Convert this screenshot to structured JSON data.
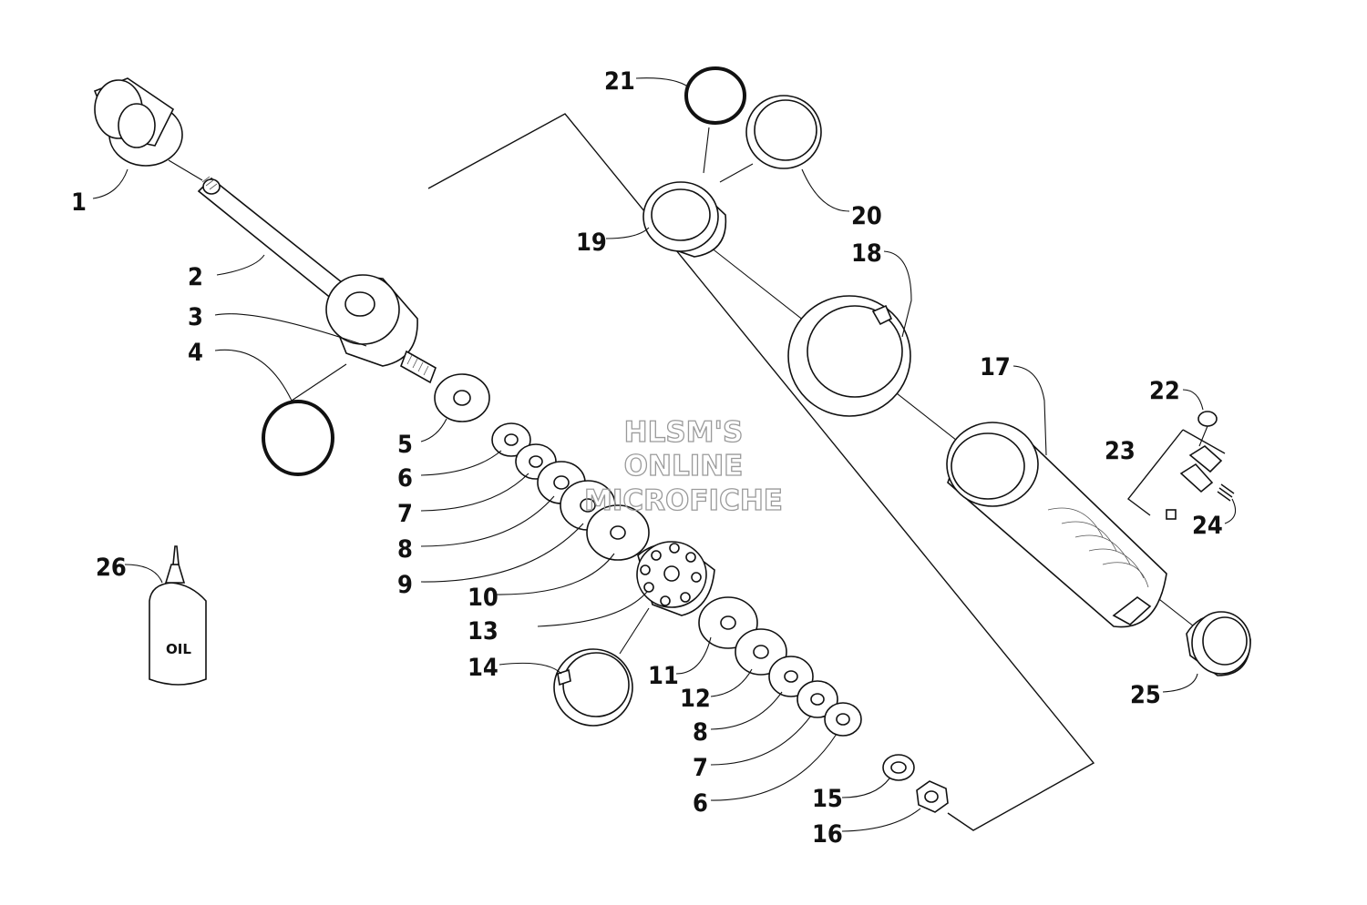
{
  "watermark": [
    "HLSM'S",
    "ONLINE",
    "MICROFICHE"
  ],
  "labels": {
    "l1": "1",
    "l2": "2",
    "l3": "3",
    "l4": "4",
    "l5": "5",
    "l6a": "6",
    "l7a": "7",
    "l8a": "8",
    "l9": "9",
    "l10": "10",
    "l11": "11",
    "l12": "12",
    "l13": "13",
    "l14": "14",
    "l8b": "8",
    "l7b": "7",
    "l6b": "6",
    "l15": "15",
    "l16": "16",
    "l17": "17",
    "l18": "18",
    "l19": "19",
    "l20": "20",
    "l21": "21",
    "l22": "22",
    "l23": "23",
    "l24": "24",
    "l25": "25",
    "l26": "26"
  },
  "oil_bottle_label": "OIL"
}
